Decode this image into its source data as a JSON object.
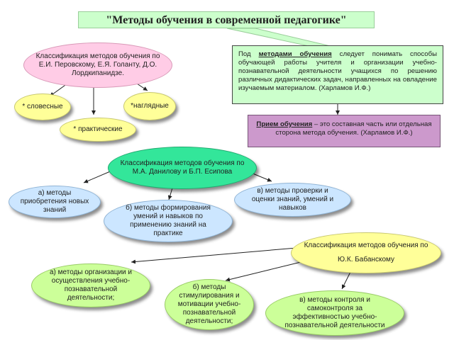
{
  "title": "\"Методы обучения в современной педагогике\"",
  "definition": {
    "prefix": "Под ",
    "term": "методами обучения",
    "text": " следует понимать способы обучающей работы учителя и организации учебно-познавательной деятельности учащихся по решению различных дидактических задач, направленных на овладение изучаемым материалом. (Харламов И.Ф.)"
  },
  "priem": {
    "term": "Прием обучения",
    "text": " – это составная часть или отдельная сторона метода обучения. (Харламов И.Ф.)"
  },
  "group1": {
    "main": "Классификация методов обучения по Е.И. Перовскому, Е.Я. Голанту, Д.О. Лордкипанидзе.",
    "items": [
      "* словесные",
      "* практические",
      "*наглядные"
    ]
  },
  "group2": {
    "main": "Классификация методов обучения по М.А. Данилову и Б.П. Есипова",
    "items": [
      "а) методы приобретения новых знаний",
      "б) методы формирования умений и навыков по применению знаний на практике",
      "в) методы проверки и оценки знаний, умений и навыков"
    ]
  },
  "group3": {
    "main_line1": "Классификация методов обучения по",
    "main_line2": "Ю.К. Бабанскому",
    "items": [
      "а) методы организации и осуществления учебно-познавательной деятельности;",
      "б) методы стимулирования и мотивации учебно-познавательной деятельности;",
      "в) методы контроля и самоконтроля за эффективностью учебно-познавательной деятельности"
    ]
  },
  "colors": {
    "pink": "#ffcce6",
    "yellow": "#ffff99",
    "green": "#33e69a",
    "lightblue": "#cce6ff",
    "lightgreen": "#ccffcc",
    "purple": "#cc99cc"
  }
}
